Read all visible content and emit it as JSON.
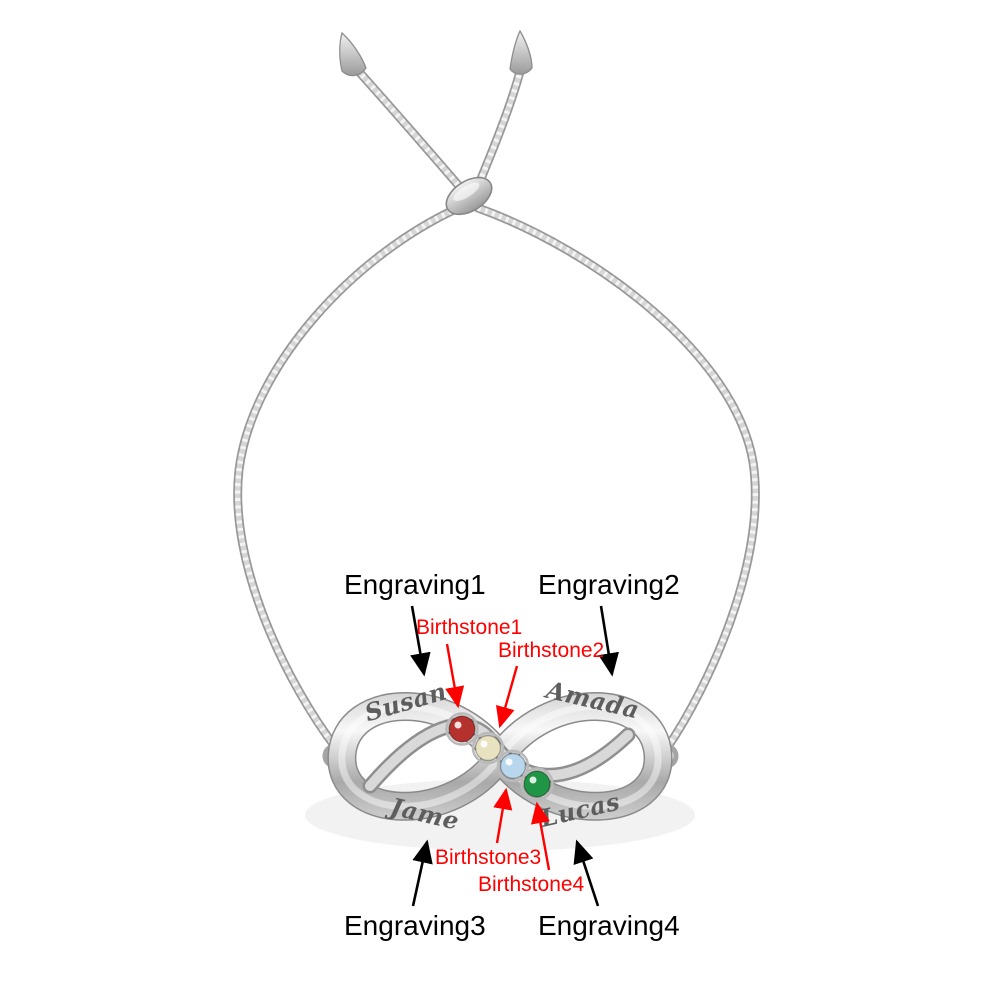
{
  "page": {
    "background": "#ffffff"
  },
  "pendant": {
    "engravings": [
      {
        "label": "Engraving1",
        "value": "Susan"
      },
      {
        "label": "Engraving2",
        "value": "Amada"
      },
      {
        "label": "Engraving3",
        "value": "Jame"
      },
      {
        "label": "Engraving4",
        "value": "Lucas"
      }
    ],
    "birthstones": [
      {
        "label": "Birthstone1",
        "color": "#b5312e"
      },
      {
        "label": "Birthstone2",
        "color": "#e9e2c0"
      },
      {
        "label": "Birthstone3",
        "color": "#b9d7ec"
      },
      {
        "label": "Birthstone4",
        "color": "#1f9545"
      }
    ]
  },
  "annotation_style": {
    "engraving_color": "#000000",
    "birthstone_color": "#fe0000",
    "metal_color": "#c0c0c0"
  }
}
